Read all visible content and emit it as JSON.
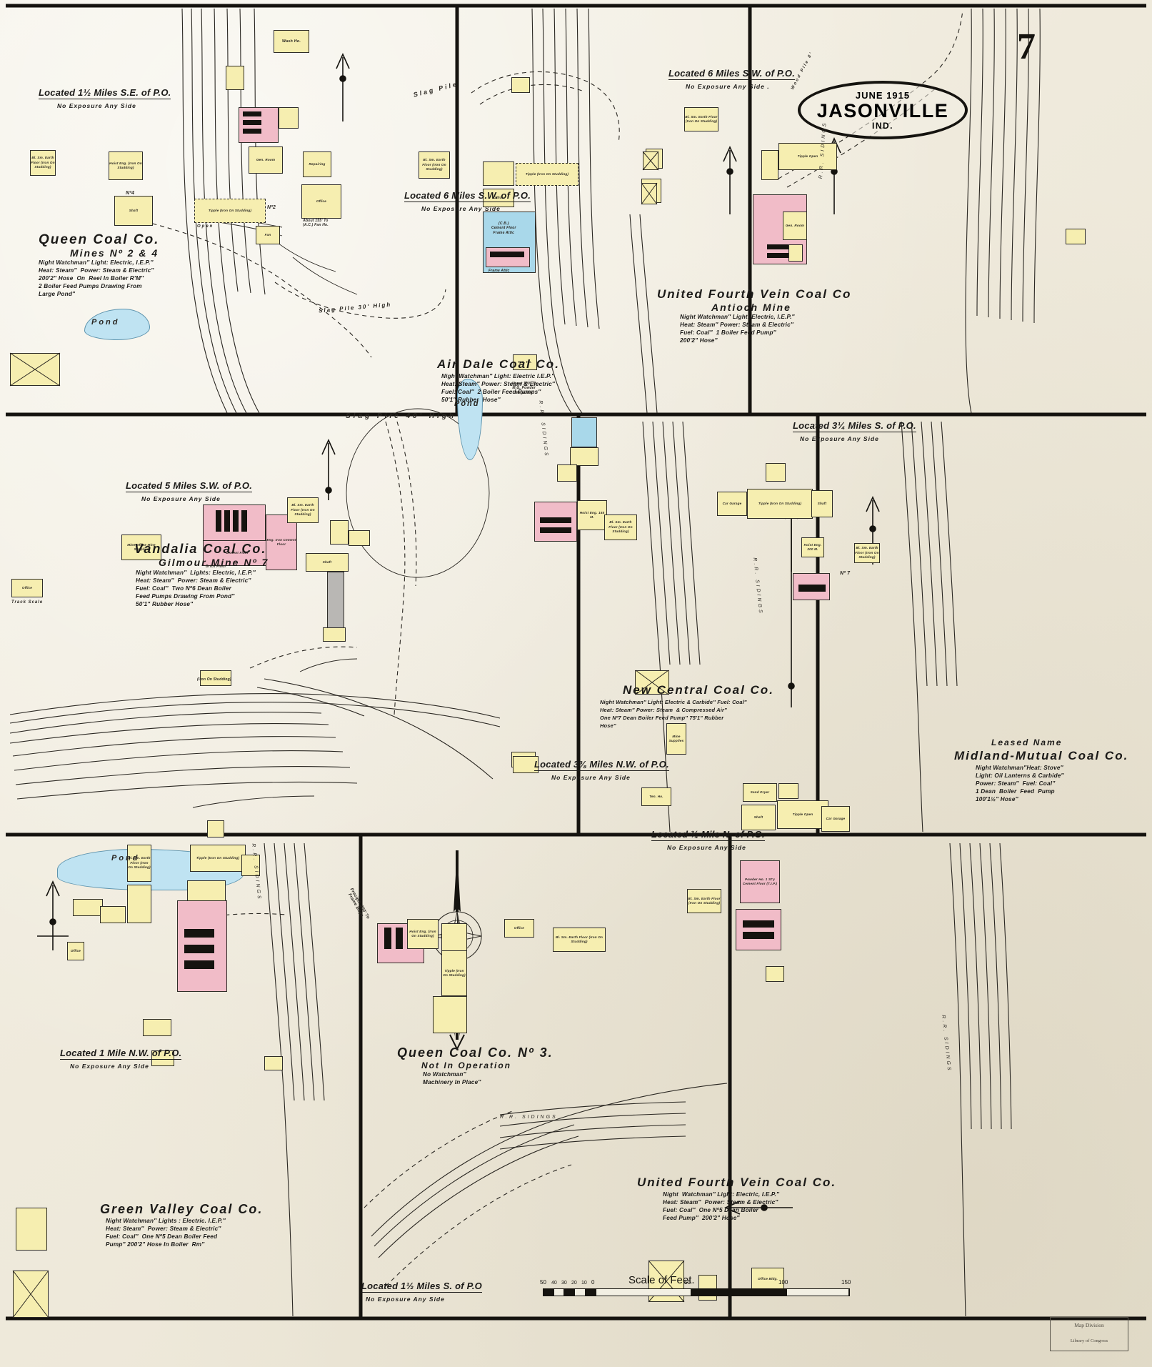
{
  "sheet": {
    "page_number": "7",
    "title": {
      "date": "JUNE 1915",
      "city": "JASONVILLE",
      "state": "IND."
    },
    "scale": {
      "label": "Scale of Feet.",
      "ticks": [
        "50",
        "40",
        "30",
        "20",
        "10",
        "0",
        "50",
        "100",
        "150"
      ]
    },
    "stamp": {
      "line1": "Map Division",
      "line2": "Library of Congress"
    }
  },
  "blocks": [
    {
      "id": "queen-2-4",
      "located": "Located 1½ Miles S.E. of P.O.",
      "exposure": "No Exposure Any Side",
      "name": "Queen Coal Co.",
      "subname": "Mines Nº 2 & 4",
      "specs": [
        "Night Watchman″ Light: Electric, I.E.P.″",
        "Heat: Steam″  Power: Steam & Electric″",
        "200'2\" Hose  On  Reel In Boiler R'M″",
        "2 Boiler Feed Pumps Drawing From",
        "Large Pond″"
      ]
    },
    {
      "id": "air-dale",
      "located": "Located 6 Miles S.W. of P.O.",
      "exposure": "No Exposure Any Side",
      "name": "Air Dale Coal Co.",
      "subname": "",
      "specs": [
        "Night Watchman″ Light: Electric I.E.P.″",
        "Heat: Steam″ Power: Steam & Electric″",
        "Fuel: Coal″  2 Boiler Feed Pumps″",
        "50'1\" Rubber  Hose″"
      ]
    },
    {
      "id": "united-antioch",
      "located": "Located 6 Miles S.W. of P.O.",
      "exposure": "No Exposure Any Side .",
      "name": "United Fourth Vein Coal Co",
      "subname": "Antioch Mine",
      "specs": [
        "Night Watchman″ Light: Electric, I.E.P.″",
        "Heat: Steam″ Power: Steam & Electric″",
        "Fuel: Coal″  1 Boiler Feed Pump″",
        "200'2\" Hose″"
      ]
    },
    {
      "id": "vandalia",
      "located": "Located 5 Miles S.W. of P.O.",
      "exposure": "No Exposure Any Side",
      "name": "Vandalia Coal Co.",
      "subname": "Gilmour Mine Nº 7",
      "specs": [
        "Night Watchman″  Lights: Electric, I.E.P.″",
        "Heat: Steam″  Power: Steam & Electric″",
        "Fuel: Coal″  Two Nº6 Dean Boiler",
        "Feed Pumps Drawing From Pond″",
        "50'1\" Rubber Hose″"
      ]
    },
    {
      "id": "new-central",
      "located": "Located 3⅜ Miles N.W. of P.O.",
      "exposure": "No Exposure Any Side",
      "name": "New Central Coal Co.",
      "subname": "",
      "specs": [
        "Night Watchman″ Light: Electric & Carbide″ Fuel: Coal″",
        "Heat: Steam″ Power: Steam  & Compressed Air″",
        "One Nº7 Dean Boiler Feed Pump″ 75'1\" Rubber",
        "Hose″"
      ]
    },
    {
      "id": "midland-mutual",
      "located": "Located 3¼ Miles S. of P.O.",
      "exposure": "No Exposure Any Side",
      "leased": "Leased Name",
      "name": "Midland-Mutual Coal Co.",
      "subname": "",
      "specs": [
        "Night Watchman″Heat: Stove″",
        "Light: Oil Lanterns & Carbide″",
        "Power: Steam″  Fuel: Coal″",
        "1 Dean  Boiler  Feed  Pump",
        "100'1½\" Hose″"
      ]
    },
    {
      "id": "green-valley",
      "located": "Located 1 Mile N.W. of P.O.",
      "exposure": "No Exposure Any Side",
      "name": "Green Valley Coal Co.",
      "subname": "",
      "specs": [
        "Night Watchman″ Lights : Electric. I.E.P.″",
        "Heat: Steam″  Power: Steam & Electric″",
        "Fuel: Coal″  One Nº5 Dean Boiler Feed",
        "Pump″ 200'2\" Hose In Boiler  Rm″"
      ]
    },
    {
      "id": "queen-3",
      "located": "Located 1½ Miles S. of P.O",
      "exposure": "No Exposure Any Side",
      "name": "Queen Coal Co. Nº 3.",
      "subname": "Not In Operation",
      "specs": [
        "No Watchman″",
        "Machinery In Place″"
      ]
    },
    {
      "id": "united-fourth-vein",
      "located": "Located ¾ Mile N. of P.O.",
      "exposure": "No Exposure Any Side",
      "name": "United Fourth Vein Coal Co.",
      "subname": "",
      "specs": [
        "Night  Watchman″ Light: Electric, I.E.P.″",
        "Heat: Steam″  Power: Steam & Electric″",
        "Fuel: Coal″  One Nº5 Dean Boiler",
        "Feed Pump″  200'2\" Hose″"
      ]
    }
  ],
  "features": {
    "ponds": [
      "Pond",
      "Pond",
      "Pond"
    ],
    "slag_piles": [
      "Slag Pile",
      "Slag Pile 30' High",
      "Slag Pile 40' High",
      "Wood Pile 8'"
    ],
    "sidings": "R.R. SIDINGS",
    "compass": "N S E W"
  },
  "building_labels": {
    "wash_ho": "Wash Ho.",
    "bl_sm_earth": "Bl. Sm.\nEarth Floor\n(Iron On Studding)",
    "hoist_eng": "Hoist Eng.\n(Iron On Studding)",
    "tipple": "Tipple\n(Iron On Studding)",
    "tipple_open": "Tipple\nOpen",
    "no4": "Nº4",
    "no2": "Nº2",
    "shaft": "Shaft",
    "fan": "Fan",
    "open": "Open",
    "office": "Office",
    "gen_room": "Gen.\nRoom",
    "car_garage": "Car\nGarage",
    "mine_supplies": "Mine\nSupplies",
    "powder_mag": "About 100' To\nM.G. Powder\nMagazine",
    "brick_floor": "Brick Floor",
    "cement_floor": "Cement Floor",
    "frame_attic": "Frame Attic",
    "eng_iron": "Eng. Iron\nCement Floor",
    "boiler_house": "Boiler House\nCement Floor",
    "hoist_eng_150": "Hoist Eng.\n155 M.",
    "track_scale": "Track Scale",
    "mine_office": "Mine Office\nMine Supplies",
    "repairing": "Repairing",
    "storage": "Storage\n(Iron On Studding)",
    "engine_ho": "Engine Ho.",
    "c_b": "(C.B.)\nCement Floor\nFrame Attic",
    "hoist_eng_55": "About 155' To\n(A.C.) Fan Ho.",
    "precipt": "Precipit. 250' To\nFrame Bdgs.",
    "stone_bdgs": "(Iron On Studding)",
    "ten_ho": "Ten. Ho.",
    "sand_dryer": "Sand Dryer",
    "powder_ho": "Powder Ho. 1 St'y\nCement Floor (T.I.P.)",
    "hoist_eng_200": "Hoist Eng.\n200 M.",
    "no7": "Nº 7",
    "office_bldg": "Office\nBldg."
  }
}
